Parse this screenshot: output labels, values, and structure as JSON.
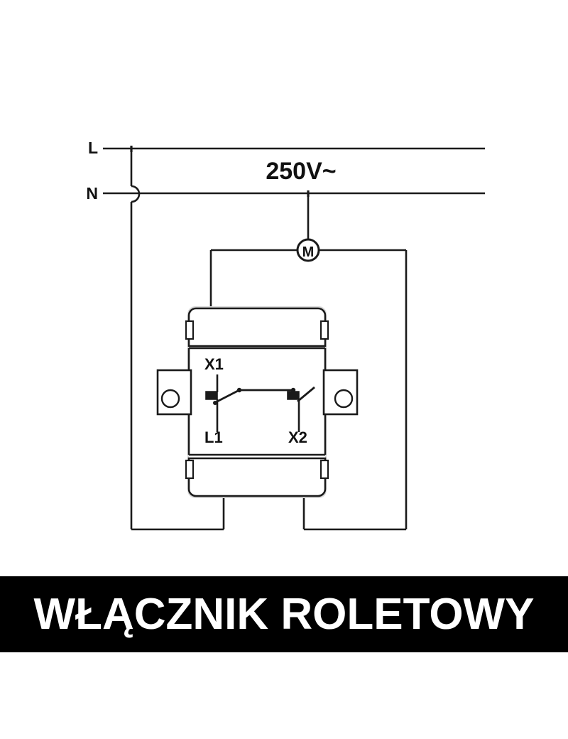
{
  "document": {
    "kind": "wiring-diagram",
    "background_color": "#ffffff",
    "line_color": "#1a1a1a",
    "caption_background": "#000000",
    "caption_text_color": "#ffffff"
  },
  "caption": {
    "text": "WŁĄCZNIK ROLETOWY"
  },
  "diagram": {
    "supply": {
      "line_label": "L",
      "neutral_label": "N",
      "voltage_label": "250V~"
    },
    "motor": {
      "symbol_letter": "M",
      "name": "motor-symbol"
    },
    "switch_module": {
      "terminals": [
        {
          "id": "X1",
          "label": "X1"
        },
        {
          "id": "L1",
          "label": "L1"
        },
        {
          "id": "X2",
          "label": "X2"
        }
      ],
      "contacts": [
        {
          "id": "left-contact",
          "state": "closed"
        },
        {
          "id": "right-contact",
          "state": "open"
        }
      ],
      "mounting_plates": 2,
      "terminal_tabs": 4
    }
  },
  "chart_data": {
    "type": "table",
    "title": "WŁĄCZNIK ROLETOWY",
    "categories": [
      "L",
      "N",
      "250V~",
      "M",
      "X1",
      "L1",
      "X2"
    ],
    "values": [
      null,
      null,
      250,
      null,
      null,
      null,
      null
    ],
    "xlabel": "",
    "ylabel": "",
    "annotations": [
      "L",
      "N",
      "250V~",
      "M",
      "X1",
      "L1",
      "X2"
    ]
  }
}
